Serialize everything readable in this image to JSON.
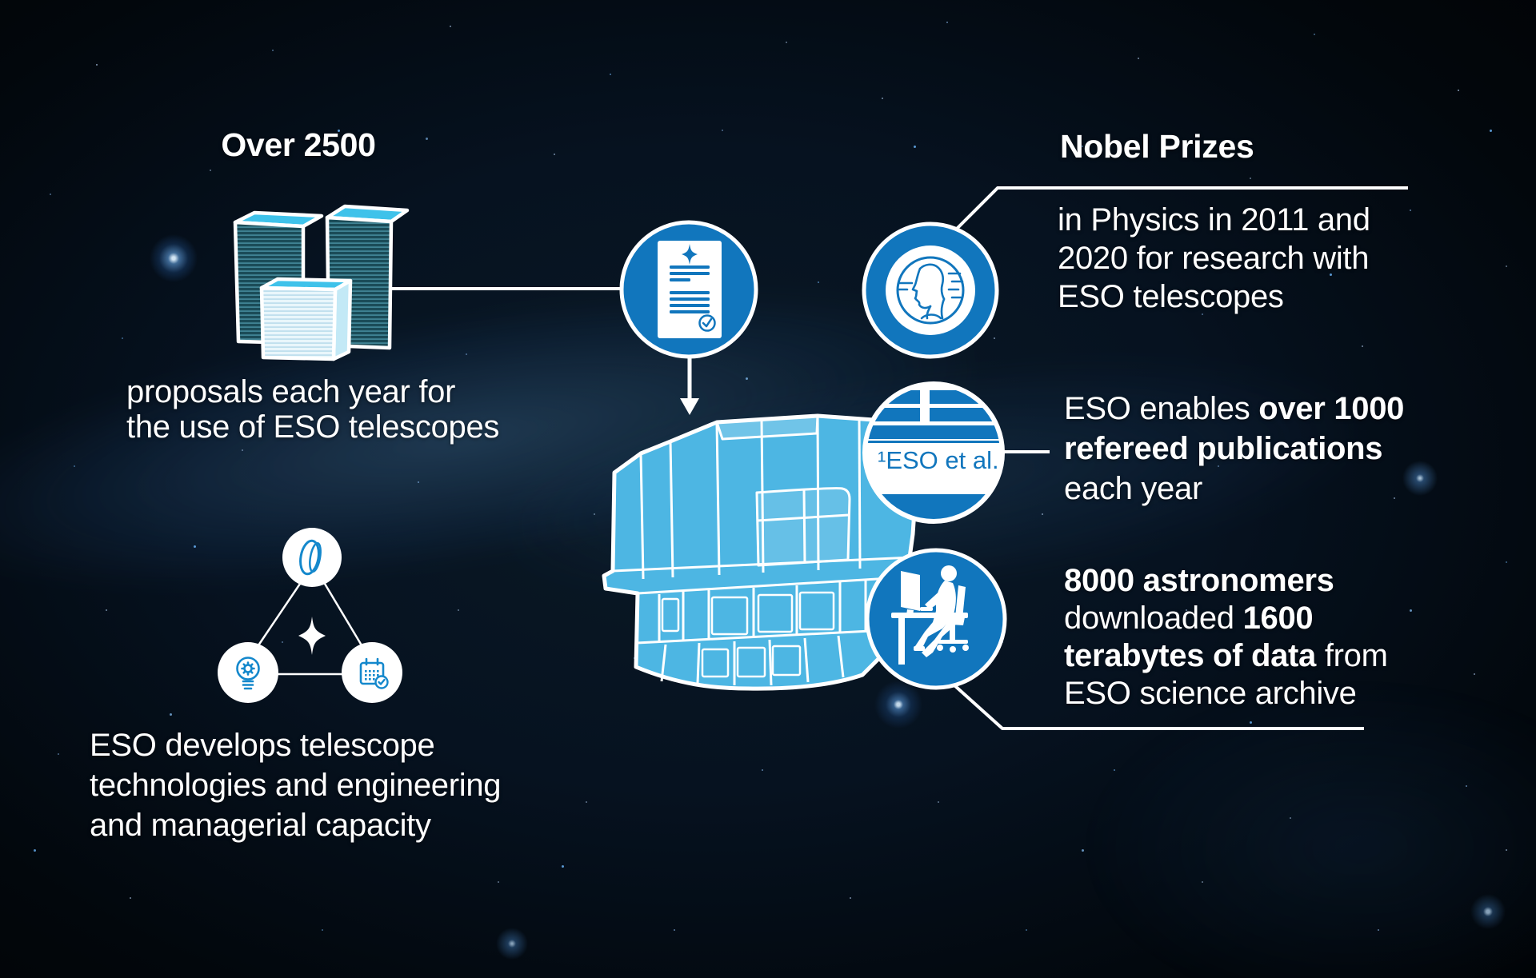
{
  "infographic": {
    "title_hint": "ESO facts infographic",
    "colors": {
      "accent_blue": "#1176bd",
      "telescope_blue": "#4db6e3",
      "stack_teal": "#1b4c58",
      "stack_top_cyan": "#3fc2ea",
      "text_white": "#ffffff"
    },
    "proposals": {
      "headline": "Over 2500",
      "body_lines": [
        "proposals each year for",
        "the use of ESO telescopes"
      ]
    },
    "nobel": {
      "headline": "Nobel Prizes",
      "body_lines": [
        "in Physics in 2011 and",
        "2020 for research with",
        "ESO telescopes"
      ]
    },
    "publications": {
      "lines": [
        [
          {
            "t": "ESO enables ",
            "b": false
          },
          {
            "t": "over 1000",
            "b": true
          }
        ],
        [
          {
            "t": "refereed publications",
            "b": true
          }
        ],
        [
          {
            "t": "each year",
            "b": false
          }
        ]
      ],
      "paper_icon_label": "¹ESO et al."
    },
    "archive": {
      "lines": [
        [
          {
            "t": "8000 astronomers",
            "b": true
          }
        ],
        [
          {
            "t": "downloaded ",
            "b": false
          },
          {
            "t": "1600",
            "b": true
          }
        ],
        [
          {
            "t": "terabytes of data",
            "b": true
          },
          {
            "t": " from",
            "b": false
          }
        ],
        [
          {
            "t": "ESO science archive",
            "b": false
          }
        ]
      ]
    },
    "develop": {
      "body_lines": [
        "ESO develops telescope",
        "technologies and engineering",
        "and managerial capacity"
      ]
    },
    "icons": {
      "proposal_stack": "paper-stack-icon",
      "proposal_document": "approved-document-icon",
      "nobel_medal": "nobel-medal-icon",
      "publication_page": "journal-paper-icon",
      "astronomer_desk": "astronomer-at-computer-icon",
      "lens": "telescope-lens-icon",
      "idea": "lightbulb-gear-icon",
      "schedule": "calendar-check-icon",
      "star": "four-point-star-icon",
      "telescope": "elt-dome-illustration"
    }
  }
}
